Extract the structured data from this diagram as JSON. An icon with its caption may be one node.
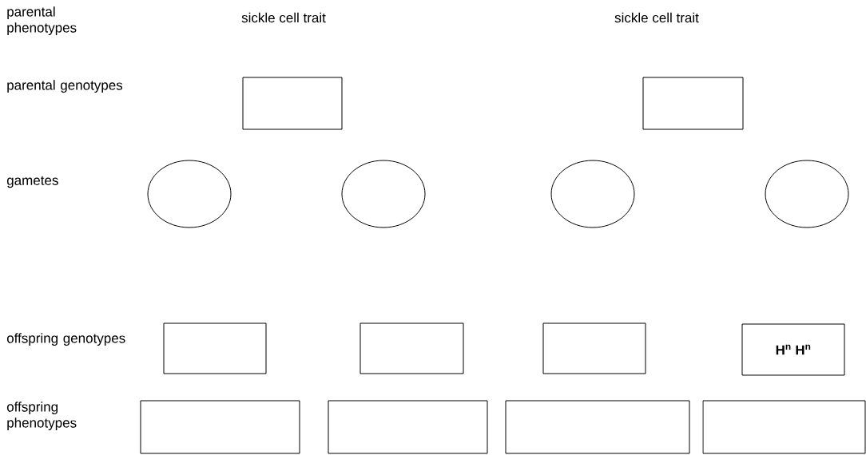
{
  "diagram": {
    "nodes": [
      {
        "text": [],
        "shape": "box"
      },
      {
        "text": [],
        "shape": "box"
      },
      {
        "text": [],
        "shape": "circle"
      },
      {
        "text": [],
        "shape": "circle"
      },
      {
        "text": [],
        "shape": "circle"
      },
      {
        "text": [],
        "shape": "circle"
      },
      {
        "text": [],
        "shape": "box"
      },
      {
        "text": [],
        "shape": "box"
      },
      {
        "text": [],
        "shape": "box"
      },
      {
        "text": [
          "H$^{n}$ H$^{n}$"
        ]
      },
      {
        "text": [],
        "shape": "box"
      },
      {
        "text": [],
        "shape": "box"
      },
      {
        "text": [],
        "shape": "box"
      },
      {
        "text": [],
        "shape": "box"
      }
    ],
    "edges": [],
    "labels": [
      "parental phenotypes",
      "sickle cell trait",
      "sickle cell trait",
      "parental genotypes",
      "gametes",
      "offspring genotypes",
      "offspring phenotypes"
    ]
  }
}
